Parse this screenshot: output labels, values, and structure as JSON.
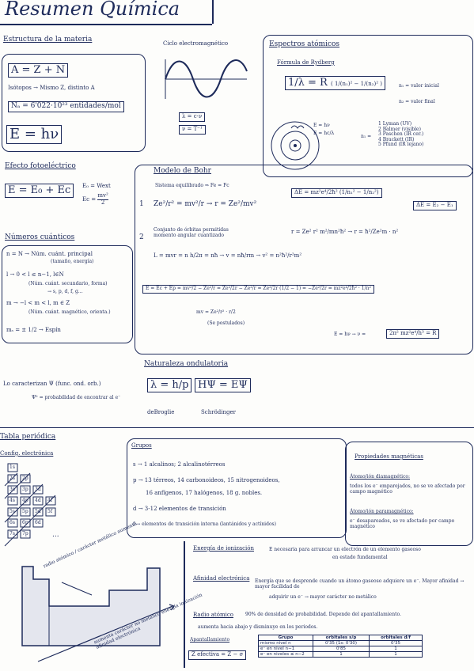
{
  "title": "Resumen Química",
  "estructura": {
    "heading": "Estructura de la materia",
    "eq_a": "A = Z + N",
    "isotopos": "Isótopos → Mismo Z, distinto A",
    "avogadro": "Nₐ = 6'022·10²³ entidades/mol",
    "energia": "E = hν"
  },
  "ciclo": {
    "label": "Ciclo electromagnético",
    "eq1": "λ = c·ν",
    "eq2": "ν = T⁻¹"
  },
  "fotoelectrico": {
    "heading": "Efecto fotoeléctrico",
    "eq": "E = E₀ + Ec",
    "e0": "E₀ = Wext",
    "ec_lhs": "Ec =",
    "ec_num": "mv²",
    "ec_den": "2"
  },
  "espectros": {
    "heading": "Espectros atómicos",
    "rydberg": "Fórmula de Rydberg",
    "lhs": "1/λ = R",
    "bracket": "( 1/(n₁)² − 1/(n₂)² )",
    "n1": "n₁ = valor inicial",
    "n2": "n₂ = valor final",
    "e_hv": "E = hν",
    "e_hcl": "E = hc/λ",
    "n_label": "n₁ =",
    "series": [
      "1 Lyman (UV)",
      "2 Balmer (visible)",
      "3 Paschen (IR cer.)",
      "4 Brackett (IR)",
      "5 Pfund (IR lejano)"
    ]
  },
  "bohr": {
    "heading": "Modelo de Bohr",
    "postulado1": "Sistema equilibrado ⇒ Fe = Fc",
    "num1": "1",
    "eq1": "Ze²/r² = mv²/r → r = Ze²/mv²",
    "num2": "2",
    "postulado2": "Conjunto de órbitas permitidas\nmomento angular cuantizado",
    "eq2": "L = mvr = n h/2π = nħ → v = nħ/rm → v² = n²ħ²/r²m²",
    "r_eq": "r = Ze² r² m²/mn²ħ² → r = ħ²/Ze²m · n²",
    "delta_e": "ΔE = mz²e⁴/2ħ² (1/n₁² − 1/n₂²)",
    "delta_e2": "ΔE = E₂ − E₁",
    "energy": "E = Ec + Ep = mv²/2 − Ze²/r = Ze²/2r − Ze²/r = Ze²/2r (1/2 − 1) = −Ze²/2r = mz²e⁴/2ħ² · 1/n²",
    "sub": "mv = Ze²/r² · r/2",
    "sub2": "(Se postulados)",
    "e_hv": "E = hν → ν =",
    "final": "2π² mz²e⁴/h³ = R"
  },
  "numeros": {
    "heading": "Números cuánticos",
    "n": "n = N → Núm. cuánt. principal",
    "n_sub": "(tamaño, energía)",
    "l": "l → 0 < l ≤ n−1, l∈N",
    "l_sub": "(Núm. cuánt. secundario, forma)",
    "l_vals": "→ s, p, d, f, g…",
    "m": "m → −l < m < l, m ∈ Z",
    "m_sub": "(Núm. cuánt. magnético, orienta.)",
    "ms": "mₛ = ± 1/2 → Espín",
    "caracterizan": "Lo caracterizan Ψ (func. ond. orb.)",
    "psi2": "Ψ² = probabilidad de encontrar al e⁻"
  },
  "naturaleza": {
    "heading": "Naturaleza ondulatoria",
    "debroglie_eq": "λ = h/p",
    "debroglie": "deBroglie",
    "schrod_eq": "HΨ = EΨ",
    "schrod": "Schrödinger"
  },
  "tabla": {
    "heading": "Tabla periódica",
    "config": "Config. electrónica",
    "orbitals": [
      "1s",
      "2s",
      "2p",
      "3s",
      "3p",
      "3d",
      "4s",
      "4p",
      "4d",
      "4f",
      "5s",
      "5p",
      "5d",
      "5f",
      "6s",
      "6p",
      "6d",
      "7s",
      "7p"
    ],
    "dots": "...",
    "arrow1": "radio atómico / carácter metálico aumenta",
    "arrow2": "aumenta carácter no metálico energía ionización afinidad electrónica"
  },
  "grupos": {
    "heading": "Grupos",
    "g1": "s → 1 alcalinos; 2 alcalinotérreos",
    "g2": "p → 13 térreos, 14 carbonoideos, 15 nitrogenoideos,",
    "g3": "16 anfígenos, 17 halógenos, 18 g. nobles.",
    "g4": "d → 3-12 elementos de transición",
    "g5": "f → elementos de transición interna (lantánidos y actínidos)"
  },
  "magneticas": {
    "heading": "Propiedades magnéticas",
    "dia": "Átomo/ión diamagnético:",
    "dia_desc": "todos los e⁻ emparejados, no se ve afectado por campo magnético",
    "para": "Átomo/ión paramagnético:",
    "para_desc": "e⁻ desapareados, se ve afectado por campo magnético"
  },
  "propiedades": {
    "ionizacion": "Energía de ionización",
    "ionizacion_desc": "E necesaria para arrancar un electrón de un elemento gaseoso",
    "ionizacion_desc2": "en estado fundamental",
    "afinidad": "Afinidad electrónica",
    "afinidad_desc": "Energía que se desprende cuando un átomo gaseoso adquiere un e⁻. Mayor afinidad → mayor facilidad de",
    "afinidad_desc2": "adquirir un e⁻ → mayor carácter no metálico",
    "radio": "Radio atómico",
    "radio_desc": "90% de densidad de probabilidad. Depende del apantallamiento.",
    "radio_desc2": "aumenta hacia abajo y disminuye en los periodos.",
    "apantallamiento": "Apantallamiento",
    "zef": "Z efectiva = Z − σ",
    "table_head": [
      "Grupo",
      "orbitales s/p",
      "orbitales d/f"
    ],
    "table_rows": [
      [
        "mismo nivel n",
        "0'35 (1s: 0'30)",
        "0'35"
      ],
      [
        "e⁻ en nivel n−1",
        "0'85",
        "1"
      ],
      [
        "e⁻ en niveles ≤ n−2",
        "1",
        "1"
      ]
    ]
  }
}
